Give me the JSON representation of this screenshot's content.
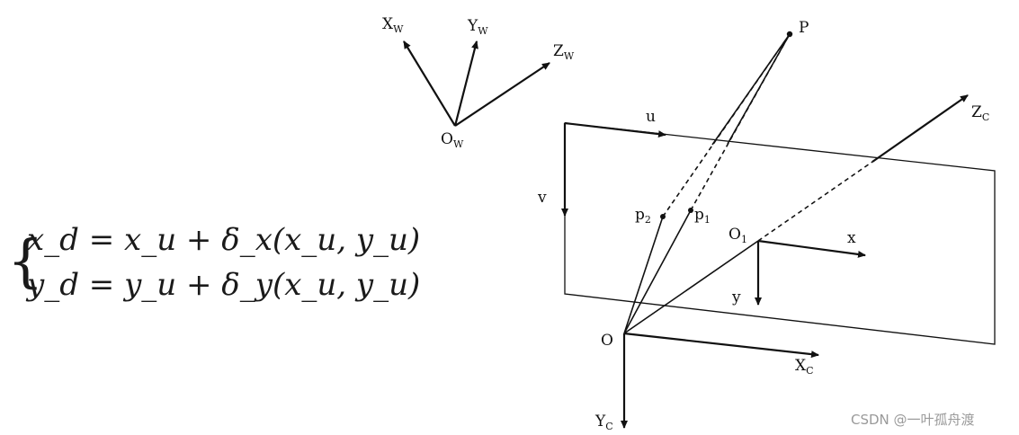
{
  "equations": {
    "brace": "{",
    "line1": "x_d = x_u + δ_x(x_u, y_u)",
    "line2": "y_d = y_u + δ_y(x_u, y_u)"
  },
  "world_frame": {
    "origin": "O",
    "origin_sub": "W",
    "axis_x": "X",
    "axis_x_sub": "W",
    "axis_y": "Y",
    "axis_y_sub": "W",
    "axis_z": "Z",
    "axis_z_sub": "W"
  },
  "camera_frame": {
    "origin": "O",
    "axis_x": "X",
    "axis_x_sub": "C",
    "axis_y": "Y",
    "axis_y_sub": "C",
    "axis_z": "Z",
    "axis_z_sub": "C"
  },
  "image_plane": {
    "pixel_u": "u",
    "pixel_v": "v",
    "principal_point": "O",
    "principal_point_sub": "1",
    "image_x": "x",
    "image_y": "y"
  },
  "points": {
    "world_point": "P",
    "p1": "p",
    "p1_sub": "1",
    "p2": "p",
    "p2_sub": "2"
  },
  "watermark": "CSDN @一叶孤舟渡"
}
